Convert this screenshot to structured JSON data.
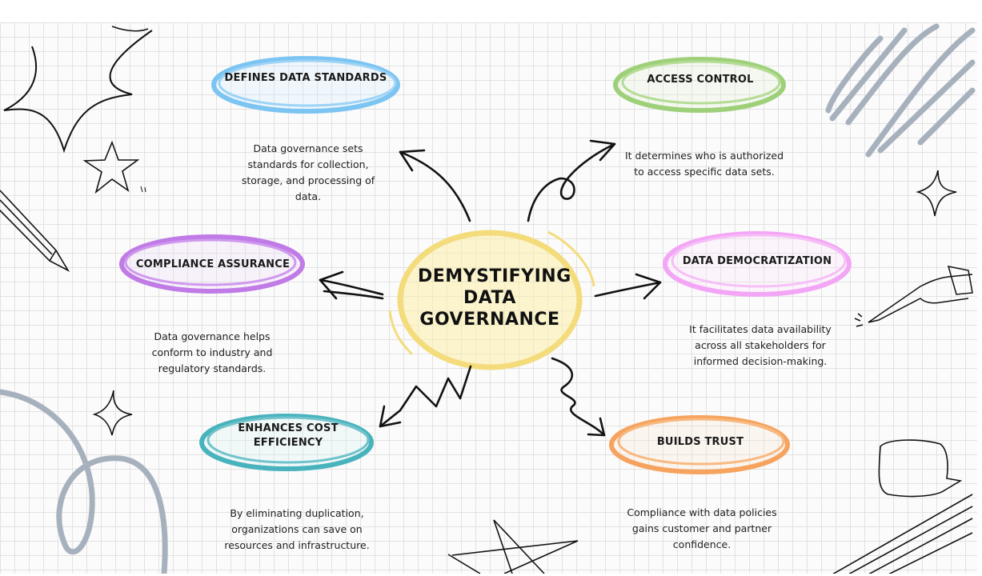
{
  "title": "DEMYSTIFYING DATA GOVERNANCE",
  "nodes": [
    {
      "label": "DEFINES DATA STANDARDS",
      "color": "#7cc4f2",
      "text": "Data governance sets standards for collection, storage, and processing of data."
    },
    {
      "label": "ACCESS CONTROL",
      "color": "#9ed07a",
      "text": "It determines who is authorized to access specific data sets."
    },
    {
      "label": "COMPLIANCE ASSURANCE",
      "color": "#c07be6",
      "text": "Data governance helps conform to industry and regulatory standards."
    },
    {
      "label": "DATA DEMOCRATIZATION",
      "color": "#f3a6f5",
      "text": "It facilitates data availability across all stakeholders for informed decision-making."
    },
    {
      "label": "ENHANCES COST EFFICIENCY",
      "color": "#49b3bd",
      "text": "By eliminating duplication, organizations can save on resources and infrastructure."
    },
    {
      "label": "BUILDS TRUST",
      "color": "#f6a35f",
      "text": "Compliance with data policies gains customer and partner confidence."
    }
  ],
  "center_color": "#f4dc7c"
}
